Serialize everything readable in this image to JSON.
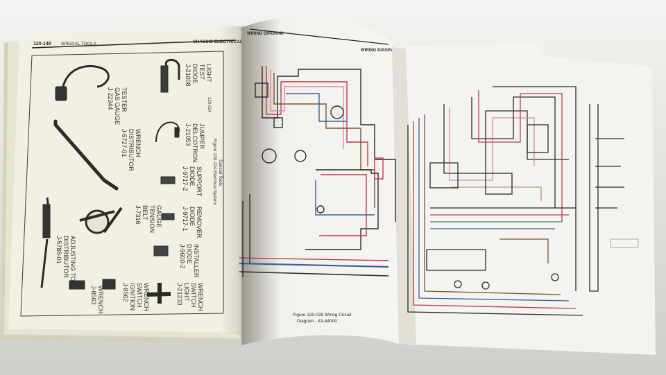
{
  "left_page": {
    "page_number": "120-148",
    "section": "SPECIAL TOOLS",
    "chapter": "CHASSIS ELECTRICAL",
    "figure_caption": [
      "Figure 120-124 Electrical System",
      "Special Tools"
    ],
    "side_code": "120-314",
    "tools": [
      [
        "J-22344",
        "GAS GAUGE",
        "TESTER"
      ],
      [
        "J-21008",
        "DIODE",
        "TEST",
        "LIGHT"
      ],
      [
        "J-5727-01",
        "DISTRIBUTOR",
        "WRENCH"
      ],
      [
        "J-21053",
        "DELCOTRON",
        "JUMPER"
      ],
      [
        "J-9717-2",
        "DIODE",
        "SUPPORT"
      ],
      [
        "J-7316",
        "BELT",
        "TENSION",
        "GAUGE"
      ],
      [
        "J-9717-1",
        "DIODE",
        "REMOVER"
      ],
      [
        "J-5788-01",
        "DISTRIBUTOR",
        "ADJUSTING TOOL"
      ],
      [
        "J-9600-2",
        "DIODE",
        "INSTALLER"
      ],
      [
        "J-8563",
        "WRENCH"
      ],
      [
        "J-8562",
        "IGNITION",
        "SWITCH",
        "WRENCH"
      ],
      [
        "J-21233",
        "LIGHT",
        "SWITCH",
        "WRENCH"
      ]
    ]
  },
  "right_page": {
    "header_left": "WIRING DIAGRAM",
    "header_right": "WIRING DIAGRAM",
    "figure_caption": [
      "Figure 120-025 Wiring Circuit",
      "Diagram - 43-44000"
    ]
  },
  "wire_colors": {
    "black": "#2b2b2b",
    "red": "#c0394a",
    "pink": "#d98aa0",
    "blue": "#3b5f9e",
    "brown": "#7a5230",
    "green": "#3f7d52",
    "tan": "#b89a6a"
  }
}
